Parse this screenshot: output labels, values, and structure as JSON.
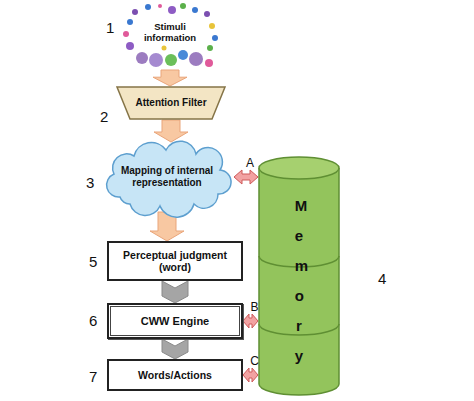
{
  "diagram": {
    "nodes": [
      {
        "text": [
          "Stimuli information"
        ]
      },
      {
        "text": [
          "Attention Filter"
        ]
      },
      {
        "text": [
          "Mapping of internal representation"
        ]
      },
      {
        "text": [
          "Perceptual judgment (word)"
        ]
      },
      {
        "text": [
          "CWW Engine"
        ]
      },
      {
        "text": [
          "Words/Actions"
        ]
      },
      {
        "text": [
          "Memory"
        ]
      }
    ],
    "edges": [
      {
        "from": 0,
        "to": 1,
        "arrow": "to"
      },
      {
        "from": 1,
        "to": 2,
        "arrow": "to"
      },
      {
        "from": 2,
        "to": 3,
        "arrow": "to"
      },
      {
        "from": 3,
        "to": 4,
        "arrow": "to"
      },
      {
        "from": 4,
        "to": 5,
        "arrow": "to"
      },
      {
        "from": 2,
        "to": 6,
        "label": "A",
        "arrow": "both"
      },
      {
        "from": 4,
        "to": 6,
        "label": "B",
        "arrow": "both"
      },
      {
        "from": 5,
        "to": 6,
        "label": "C",
        "arrow": "both"
      }
    ],
    "labels": [
      "1",
      "2",
      "3",
      "4",
      "5",
      "6",
      "7"
    ]
  }
}
